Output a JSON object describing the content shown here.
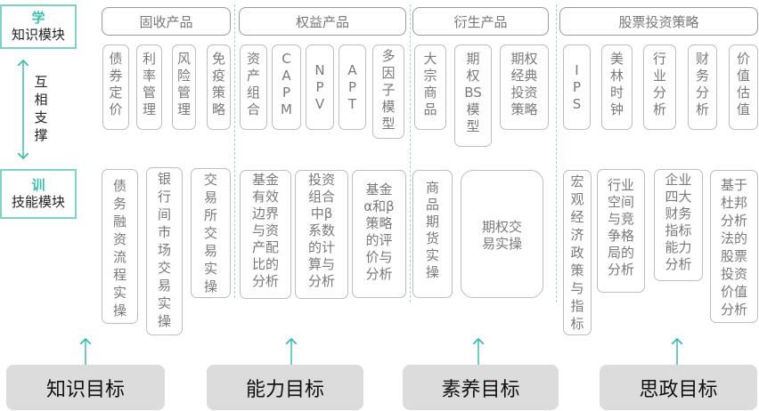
{
  "left": {
    "learn_tag": "学",
    "learn_label": "知识模块",
    "support_text": "互\n相\n支\n撑",
    "train_tag": "训",
    "train_label": "技能模块"
  },
  "categories": [
    "固收产品",
    "权益产品",
    "衍生产品",
    "股票投资策略"
  ],
  "knowledge_items": [
    "债\n券\n定\n价",
    "利\n率\n管\n理",
    "风\n险\n管\n理",
    "免\n疫\n策\n略",
    "资\n产\n组\n合",
    "C\nA\nP\nM",
    "N\nP\nV",
    "A\nP\nT",
    "多\n因\n子\n模\n型",
    "大\n宗\n商\n品",
    "期\n权\nBS\n模\n型",
    "期权\n经典\n投资\n策略",
    "I\nP\nS",
    "美\n林\n时\n钟",
    "行\n业\n分\n析",
    "财\n务\n分\n析",
    "价\n值\n估\n值"
  ],
  "skill_items": [
    "债\n务\n融\n资\n流\n程\n实\n操",
    "银\n行\n间\n市\n场\n交\n易\n实\n操",
    "交\n易\n所\n交\n易\n实\n操",
    "基金\n有效\n边界\n与资\n产配\n比的\n分析",
    "投资\n组合\n中β\n系数\n的计\n算与\n分析",
    "基金\nα和β\n策略\n的评\n价与\n分析",
    "商\n品\n期\n货\n实\n操",
    "期权交\n易实操",
    "宏\n观\n经\n济\n政\n策\n与\n指\n标",
    "行业\n空间\n与竞\n争格\n局的\n分析",
    "企业\n四大\n财务\n指标\n能力\n分析",
    "基于\n杜邦\n分析\n法的\n股票\n投资\n价值\n分析"
  ],
  "goals": [
    "知识目标",
    "能力目标",
    "素养目标",
    "思政目标"
  ],
  "colors": {
    "accent": "#3bbfad",
    "goal_bg": "#dcdcdc",
    "border": "#bdbdbd"
  }
}
